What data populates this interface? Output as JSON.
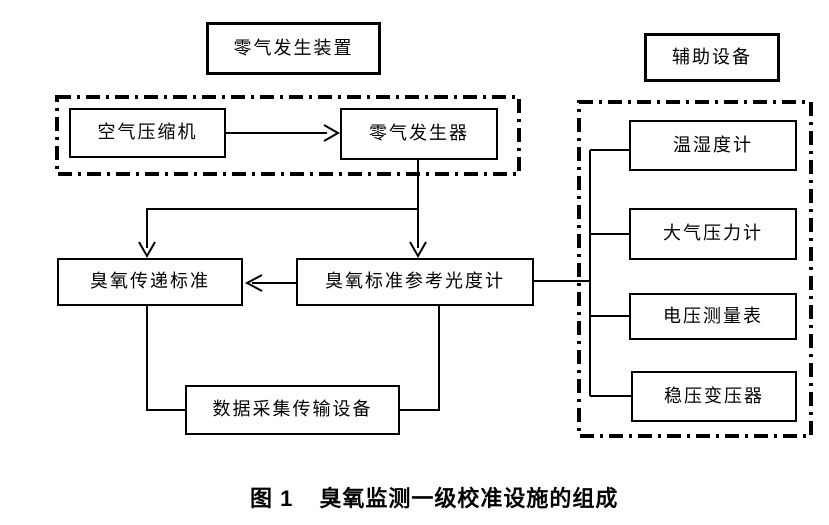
{
  "figure": {
    "caption_prefix": "图 1",
    "caption_title": "臭氧监测一级校准设施的组成"
  },
  "groups": {
    "zero_gas_title": "零气发生装置",
    "auxiliary_title": "辅助设备"
  },
  "nodes": {
    "air_compressor": "空气压缩机",
    "zero_gas_generator": "零气发生器",
    "thermo_hygrometer": "温湿度计",
    "barometer": "大气压力计",
    "voltage_meter": "电压测量表",
    "voltage_stabilizer": "稳压变压器",
    "ozone_transfer_standard": "臭氧传递标准",
    "ozone_reference_photometer": "臭氧标准参考光度计",
    "data_acquisition": "数据采集传输设备"
  },
  "colors": {
    "line": "#000000",
    "background": "#ffffff",
    "text": "#000000"
  }
}
